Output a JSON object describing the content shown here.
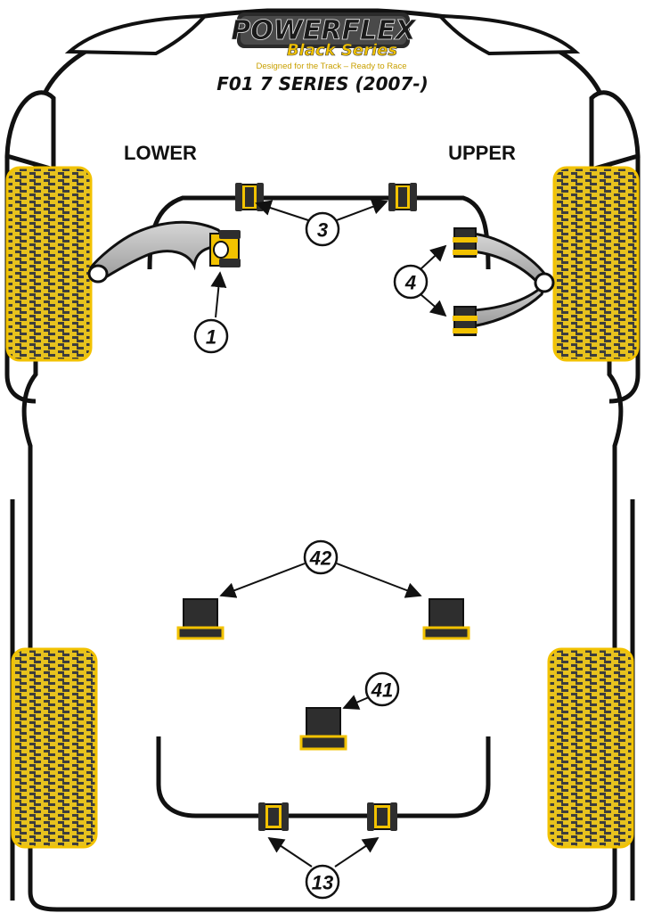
{
  "logo": {
    "brand": "POWERFLEX",
    "series": "Black Series",
    "tagline": "Designed for the Track – Ready to Race"
  },
  "title": "F01 7 SERIES (2007-)",
  "sections": {
    "lower": "LOWER",
    "upper": "UPPER"
  },
  "callouts": {
    "c1": "1",
    "c3": "3",
    "c4": "4",
    "c42": "42",
    "c41": "41",
    "c13": "13"
  },
  "colors": {
    "tyre_fill": "#e7c21e",
    "tread_dark": "#3d3d3d",
    "bush_body": "#2e2e2e",
    "bush_accent": "#f2c200",
    "arm_fill": "#b5b5b5",
    "outline": "#111111"
  }
}
